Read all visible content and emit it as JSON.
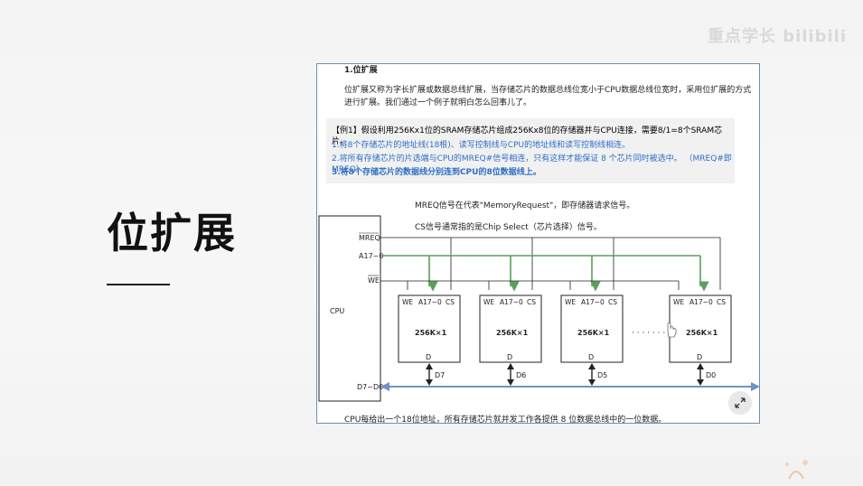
{
  "slide": {
    "title": "位扩展",
    "watermark": "重点学长 bilibili"
  },
  "doc": {
    "heading": "1.位扩展",
    "intro_line1": "位扩展又称为字长扩展或数据总线扩展，当存储芯片的数据总线位宽小于CPU数据总线位宽时，采用位扩展的方式",
    "intro_line2": "进行扩展。我们通过一个例子就明白怎么回事儿了。",
    "example_title": "【例1】假设利用256Kx1位的SRAM存储芯片组成256Kx8位的存储器并与CPU连接，需要8/1=8个SRAM芯片。",
    "example_items": [
      "1.将8个存储芯片的地址线(18根)、读写控制线与CPU的地址线和读写控制线相连。",
      "2.将所有存储芯片的片选端与CPU的MREQ#信号相连，只有这样才能保证 8 个芯片同时被选中。  （MREQ#即MREQ）",
      "3.将8个存储芯片的数据线分别连到CPU的8位数据线上。"
    ],
    "note1": "MREQ信号在代表\"MemoryRequest\"，即存储器请求信号。",
    "note2": "CS信号通常指的是Chip Select（芯片选择）信号。",
    "caption": "CPU每给出一个18位地址，所有存储芯片就并发工作各提供 8 位数据总线中的一位数据。"
  },
  "diagram": {
    "cpu_label": "CPU",
    "signals": {
      "mreq": "MREQ",
      "addr": "A17~0",
      "we": "WE",
      "data_bus": "D7~D0"
    },
    "chip_pins": {
      "we": "WE",
      "addr": "A17~0",
      "cs": "CS",
      "data": "D"
    },
    "chips": [
      {
        "name": "256K×1",
        "data_line": "D7"
      },
      {
        "name": "256K×1",
        "data_line": "D6"
      },
      {
        "name": "256K×1",
        "data_line": "D5"
      },
      {
        "name": "256K×1",
        "data_line": "D0"
      }
    ],
    "ellipsis": "· · · · · · ·"
  },
  "colors": {
    "bus_blue": "#6f93c6",
    "addr_green": "#5aa05a",
    "frame_border": "#6f8fb0",
    "highlight_blue": "#2d6fc4"
  },
  "icons": {
    "expand": "expand-arrows-icon",
    "cursor": "hand-cursor-icon"
  }
}
